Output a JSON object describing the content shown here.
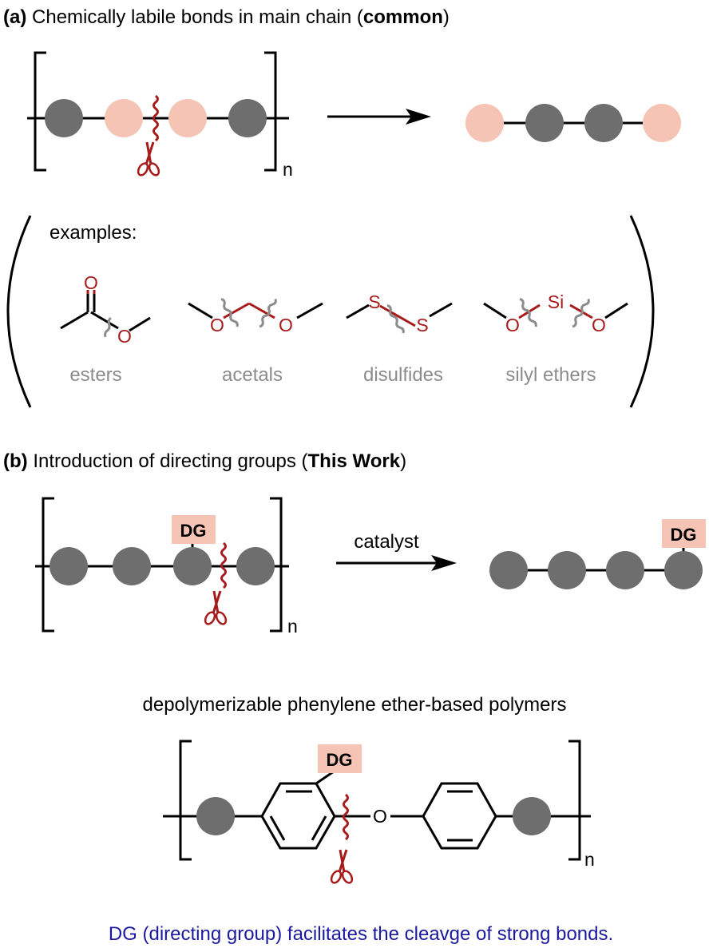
{
  "section_a": {
    "label": "(a)",
    "title_pre": " Chemically labile bonds in main chain (",
    "title_bold": "common",
    "title_post": ")",
    "subscript": "n",
    "examples_label": "examples:",
    "examples": [
      {
        "name": "esters",
        "atoms": [
          "O",
          "O"
        ]
      },
      {
        "name": "acetals",
        "atoms": [
          "O",
          "O"
        ]
      },
      {
        "name": "disulfides",
        "atoms": [
          "S",
          "S"
        ]
      },
      {
        "name": "silyl ethers",
        "atoms": [
          "O",
          "Si",
          "O"
        ]
      }
    ]
  },
  "section_b": {
    "label": "(b)",
    "title_pre": " Introduction of directing groups (",
    "title_bold": "This Work",
    "title_post": ")",
    "dg_label": "DG",
    "reagent": "catalyst",
    "subscript": "n",
    "polymer_caption": "depolymerizable phenylene ether-based polymers",
    "ether_atom": "O",
    "footer": "DG (directing group) facilitates the cleavge of strong bonds."
  },
  "colors": {
    "monomer_gray": "#6e6e6e",
    "labile_pink": "#f6c4b4",
    "bond_red": "#a81b1b",
    "wavy_gray": "#8c8c8c",
    "dg_box": "#f6c4b4",
    "footer_blue": "#1a1aa0"
  }
}
